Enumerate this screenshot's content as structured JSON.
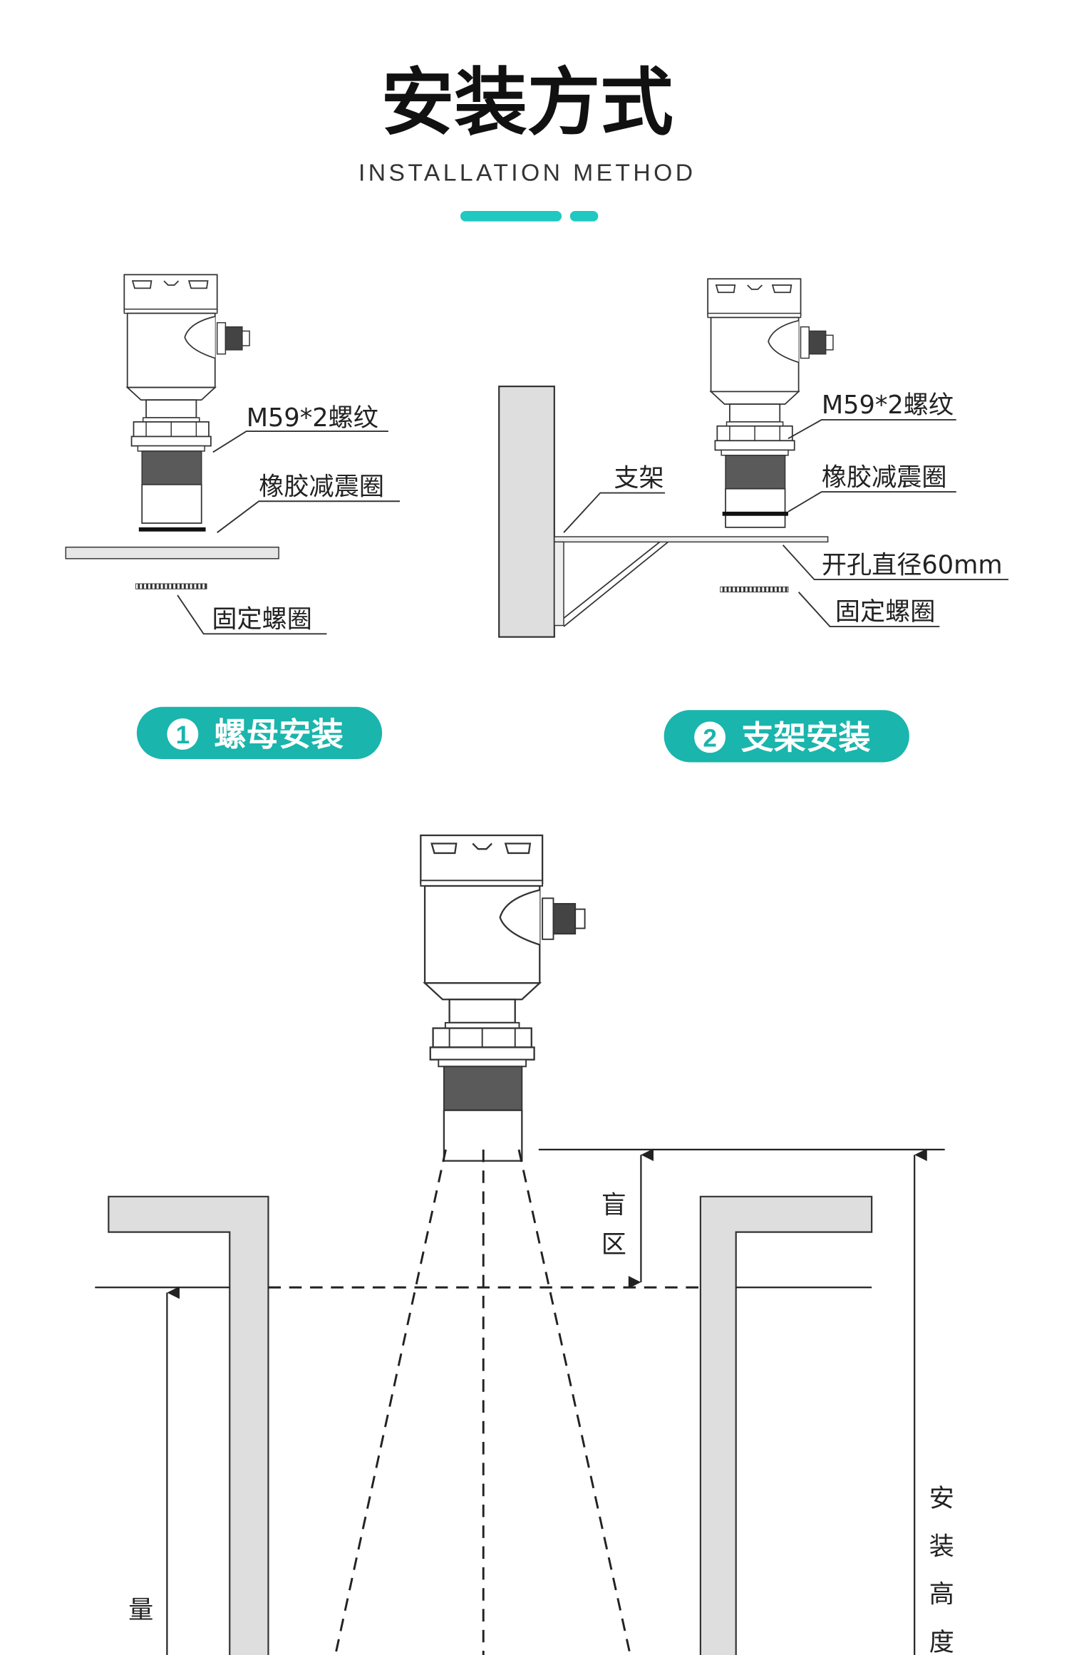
{
  "header": {
    "title": "安装方式",
    "subtitle": "INSTALLATION METHOD",
    "accent_color": "#1fc8c0"
  },
  "nut_install": {
    "thread_label": "M59*2螺纹",
    "gasket_label": "橡胶减震圈",
    "fixing_ring_label": "固定螺圈",
    "badge_number": "1",
    "badge_label": "螺母安装"
  },
  "bracket_install": {
    "bracket_label": "支架",
    "thread_label": "M59*2螺纹",
    "gasket_label": "橡胶减震圈",
    "hole_label": "开孔直径60mm",
    "fixing_ring_label": "固定螺圈",
    "badge_number": "2",
    "badge_label": "支架安装"
  },
  "measurement_diagram": {
    "blind_zone_chars": [
      "盲",
      "区"
    ],
    "range_chars": [
      "量"
    ],
    "install_height_chars": [
      "安",
      "装",
      "高",
      "度"
    ]
  },
  "colors": {
    "badge": "#1ab5ac",
    "wall": "#dedede"
  }
}
